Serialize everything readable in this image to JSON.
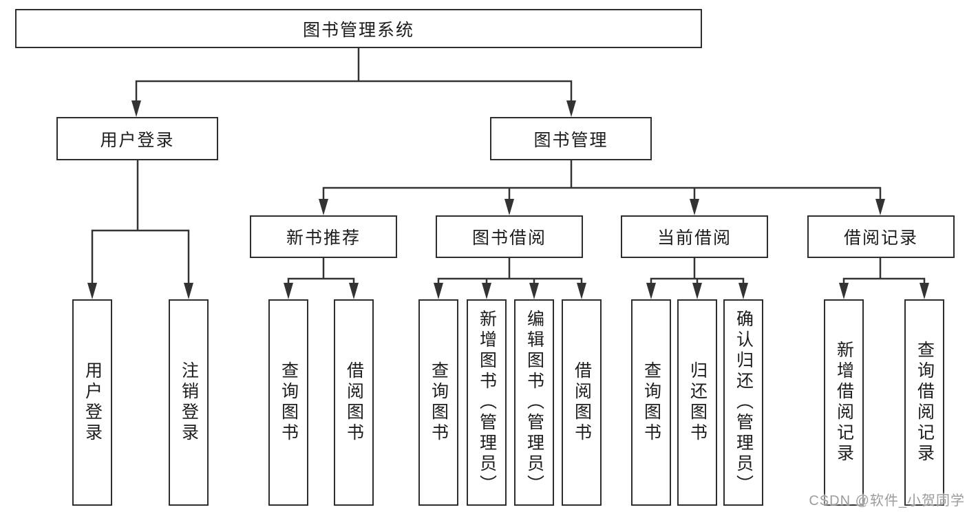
{
  "root": {
    "label": "图书管理系统"
  },
  "level2": [
    {
      "label": "用户登录"
    },
    {
      "label": "图书管理"
    }
  ],
  "level3": [
    {
      "label": "新书推荐"
    },
    {
      "label": "图书借阅"
    },
    {
      "label": "当前借阅"
    },
    {
      "label": "借阅记录"
    }
  ],
  "leaves": [
    {
      "group": "用户登录",
      "label": "用户登录"
    },
    {
      "group": "用户登录",
      "label": "注销登录"
    },
    {
      "group": "新书推荐",
      "label": "查询图书"
    },
    {
      "group": "新书推荐",
      "label": "借阅图书"
    },
    {
      "group": "图书借阅",
      "label": "查询图书"
    },
    {
      "group": "图书借阅",
      "label": "新增图书（管理员）"
    },
    {
      "group": "图书借阅",
      "label": "编辑图书（管理员）"
    },
    {
      "group": "图书借阅",
      "label": "借阅图书"
    },
    {
      "group": "当前借阅",
      "label": "查询图书"
    },
    {
      "group": "当前借阅",
      "label": "归还图书"
    },
    {
      "group": "当前借阅",
      "label": "确认归还（管理员）"
    },
    {
      "group": "借阅记录",
      "label": "新增借阅记录"
    },
    {
      "group": "借阅记录",
      "label": "查询借阅记录"
    }
  ],
  "watermark": {
    "text": "CSDN @软件_小贺同学"
  },
  "colors": {
    "line": "#333333",
    "text": "#1c1c1c",
    "watermark": "#9c9c9c",
    "background": "#ffffff",
    "box_fill": "#ffffff"
  }
}
